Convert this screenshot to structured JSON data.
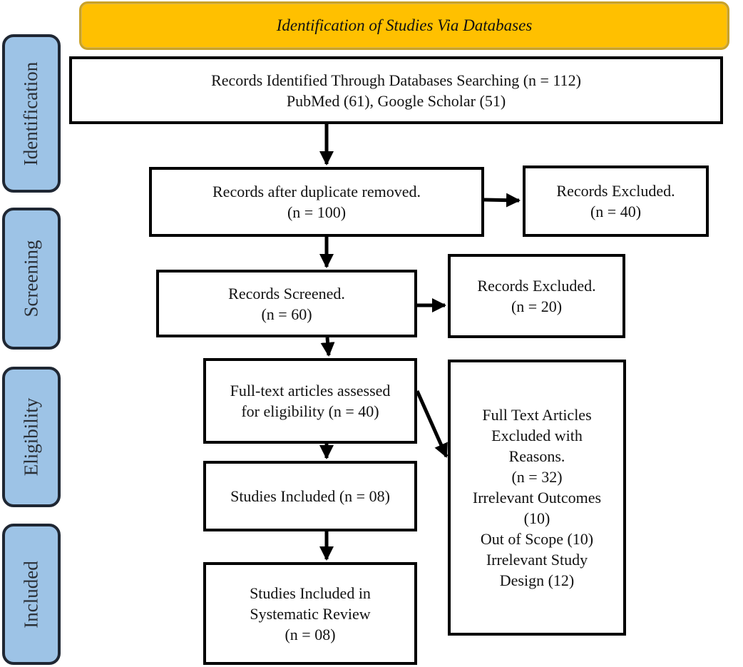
{
  "header": "Identification of Studies Via Databases",
  "stages": {
    "identification": "Identification",
    "screening": "Screening",
    "eligibility": "Eligibility",
    "included": "Included"
  },
  "boxes": {
    "identified": {
      "line1": "Records Identified Through Databases Searching (n = 112)",
      "line2": "PubMed (61), Google Scholar (51)"
    },
    "after_duplicates": {
      "line1": "Records after duplicate removed.",
      "line2": "(n = 100)"
    },
    "excluded_1": {
      "line1": "Records Excluded.",
      "line2": "(n = 40)"
    },
    "screened": {
      "line1": "Records Screened.",
      "line2": "(n = 60)"
    },
    "excluded_2": {
      "line1": "Records Excluded.",
      "line2": "(n = 20)"
    },
    "fulltext": {
      "line1": "Full-text articles assessed",
      "line2": "for eligibility (n = 40)"
    },
    "fulltext_excluded": {
      "lines": [
        "Full Text Articles",
        "Excluded with",
        "Reasons.",
        "(n = 32)",
        "Irrelevant Outcomes",
        "(10)",
        "Out of Scope (10)",
        "Irrelevant Study",
        "Design (12)"
      ]
    },
    "studies_included": {
      "line1": "Studies Included (n = 08)"
    },
    "systematic_review": {
      "line1": "Studies Included in",
      "line2": "Systematic Review",
      "line3": "(n = 08)"
    }
  }
}
